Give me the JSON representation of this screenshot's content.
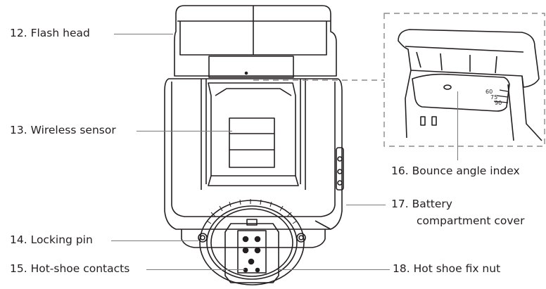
{
  "diagram": {
    "labels": {
      "flash_head": "12. Flash head",
      "wireless_sensor": "13. Wireless sensor",
      "locking_pin": "14. Locking pin",
      "hot_shoe_contacts": "15. Hot-shoe contacts",
      "bounce_angle_index": "16. Bounce angle index",
      "battery_cover_line1": "17. Battery",
      "battery_cover_line2": "compartment cover",
      "hot_shoe_fix_nut": "18. Hot shoe fix nut"
    },
    "index_scale": [
      "60",
      "75",
      "90"
    ]
  },
  "colors": {
    "line": "#231f20",
    "leader": "#7a7a7a",
    "inset_border": "#8a8a8a"
  }
}
